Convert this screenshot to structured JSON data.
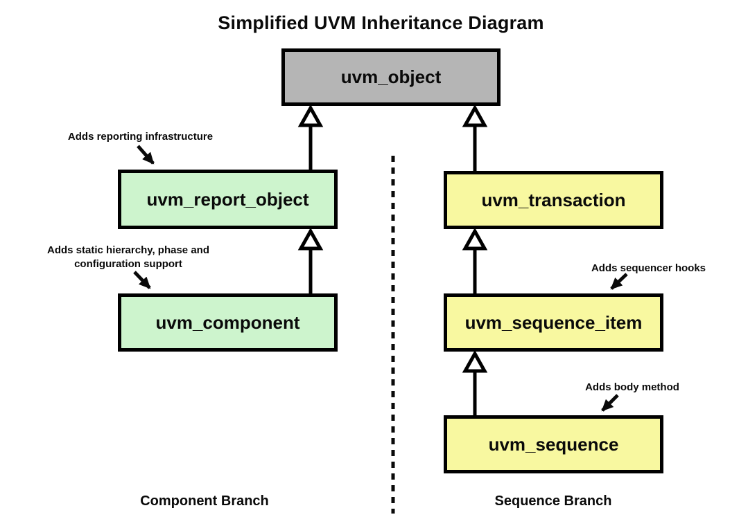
{
  "title": "Simplified UVM Inheritance Diagram",
  "colors": {
    "object_fill": "#b5b5b5",
    "component_branch_fill": "#cdf4cd",
    "sequence_branch_fill": "#f8f8a0",
    "border": "#000000"
  },
  "nodes": {
    "uvm_object": {
      "label": "uvm_object"
    },
    "uvm_report_object": {
      "label": "uvm_report_object"
    },
    "uvm_component": {
      "label": "uvm_component"
    },
    "uvm_transaction": {
      "label": "uvm_transaction"
    },
    "uvm_sequence_item": {
      "label": "uvm_sequence_item"
    },
    "uvm_sequence": {
      "label": "uvm_sequence"
    }
  },
  "annotations": {
    "reporting": "Adds reporting infrastructure",
    "static_hierarchy": {
      "line1": "Adds static hierarchy, phase and",
      "line2": "configuration support"
    },
    "sequencer_hooks": "Adds sequencer hooks",
    "body_method": "Adds body method"
  },
  "branches": {
    "component": "Component Branch",
    "sequence": "Sequence Branch"
  }
}
